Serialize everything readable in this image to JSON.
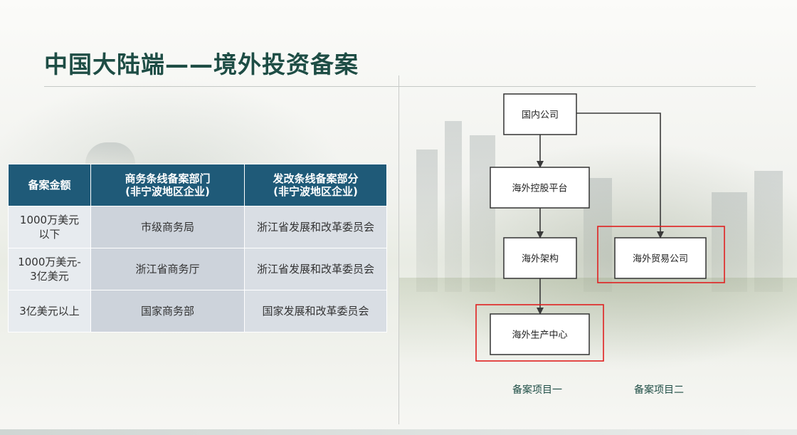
{
  "slide": {
    "title": "中国大陆端——境外投资备案"
  },
  "table": {
    "headers": [
      [
        "备案金额"
      ],
      [
        "商务条线备案部门",
        "(非宁波地区企业)"
      ],
      [
        "发改条线备案部分",
        "(非宁波地区企业)"
      ]
    ],
    "rows": [
      [
        [
          "1000万美元",
          "以下"
        ],
        [
          "市级商务局"
        ],
        [
          "浙江省发展和改革委员会"
        ]
      ],
      [
        [
          "1000万美元-",
          "3亿美元"
        ],
        [
          "浙江省商务厅"
        ],
        [
          "浙江省发展和改革委员会"
        ]
      ],
      [
        [
          "3亿美元以上"
        ],
        [
          "国家商务部"
        ],
        [
          "国家发展和改革委员会"
        ]
      ]
    ]
  },
  "diagram": {
    "nodes": [
      {
        "id": "domestic",
        "label": "国内公司"
      },
      {
        "id": "holding",
        "label": "海外控股平台"
      },
      {
        "id": "structure",
        "label": "海外架构"
      },
      {
        "id": "trade",
        "label": "海外贸易公司"
      },
      {
        "id": "production",
        "label": "海外生产中心"
      }
    ],
    "edges": [
      {
        "from": "domestic",
        "to": "holding"
      },
      {
        "from": "holding",
        "to": "structure"
      },
      {
        "from": "structure",
        "to": "production"
      },
      {
        "from": "domestic",
        "to": "trade"
      }
    ],
    "highlighted": [
      "production",
      "trade"
    ],
    "highlight_color": "#e02020",
    "captions": [
      {
        "id": "project-1",
        "label": "备案项目一"
      },
      {
        "id": "project-2",
        "label": "备案项目二"
      }
    ]
  },
  "colors": {
    "title": "#1e4d45",
    "table_header": "#1f5a78",
    "caption": "#1e4d45"
  }
}
